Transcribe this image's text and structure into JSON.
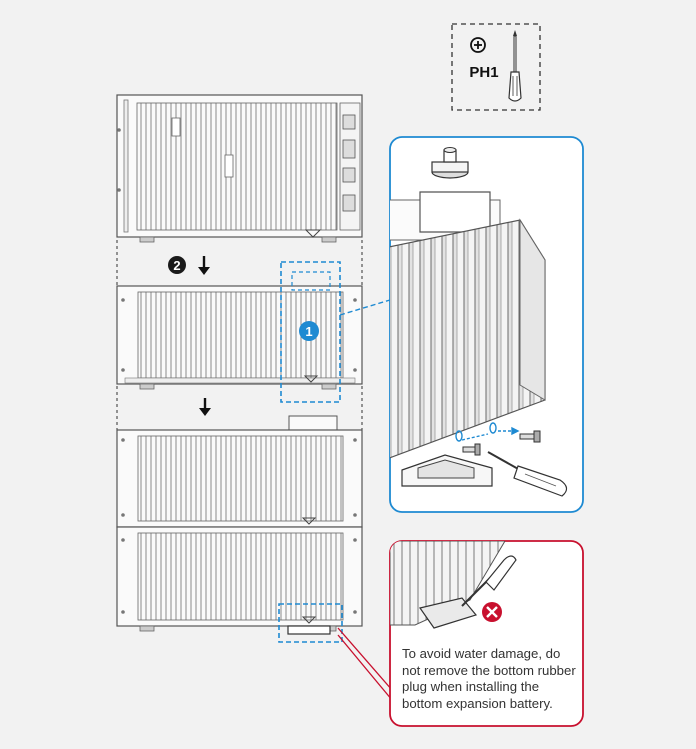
{
  "tool": {
    "label": "PH1",
    "icon": "phillips-screwdriver-icon"
  },
  "steps": [
    {
      "number": "2",
      "icon": "step-2-badge-icon"
    },
    {
      "number": "1",
      "icon": "step-1-badge-icon"
    }
  ],
  "warning": {
    "icon": "red-x-prohibited-icon",
    "text": "To avoid water damage, do not remove the bottom rubber plug when installing the bottom expansion battery."
  },
  "colors": {
    "background": "#f2f2f2",
    "callout_blue": "#1e8ad2",
    "warning_red": "#c8102e",
    "line": "#555555",
    "step_badge": "#1a1a1a"
  }
}
